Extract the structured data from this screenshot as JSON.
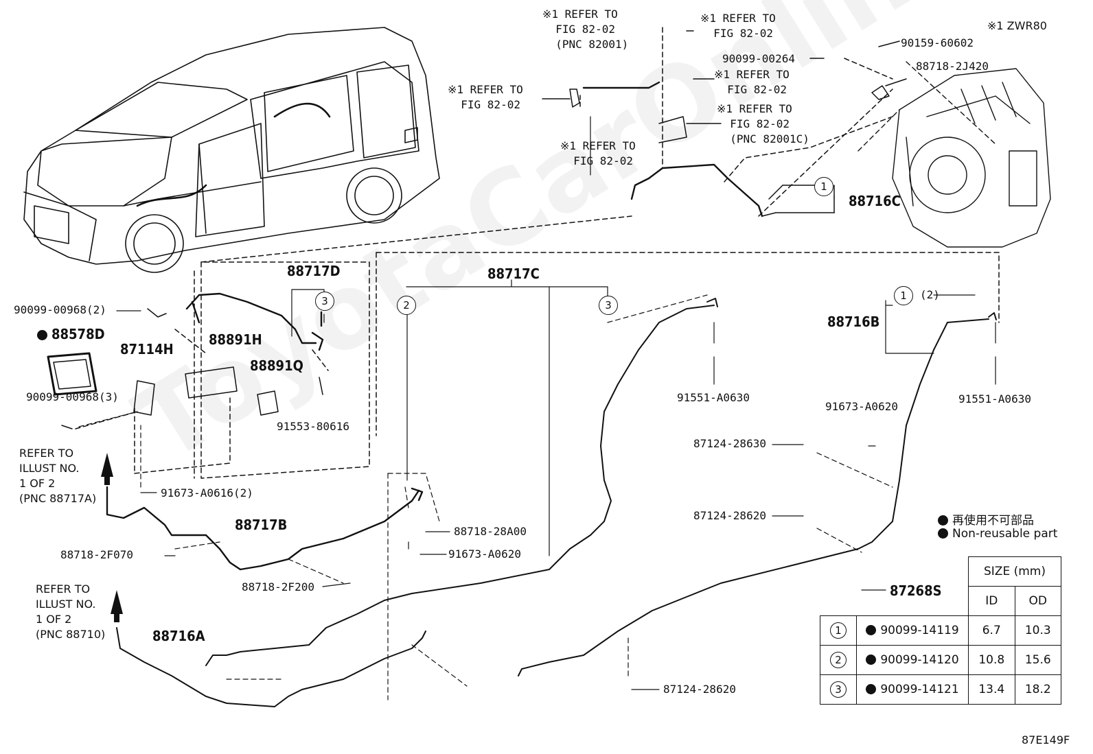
{
  "refers": {
    "top_center_1": "※1 REFER TO\n  FIG 82-02\n  (PNC 82001)",
    "top_center_2": "※1 REFER TO\n  FIG 82-02",
    "left_mid": "※1 REFER TO\n  FIG 82-02",
    "mid_low": "※1 REFER TO\n  FIG 82-02",
    "right_1": "※1 REFER TO\n  FIG 82-02",
    "right_2": "※1 REFER TO\n  FIG 82-02\n  (PNC 82001C)",
    "zwr80": "※1 ZWR80",
    "illust_upper": "REFER TO\nILLUST NO.\n1 OF 2\n(PNC 88717A)",
    "illust_lower": "REFER TO\nILLUST NO.\n1 OF 2\n(PNC 88710)"
  },
  "parts": {
    "p90099_00264": "90099-00264",
    "p90159_60602": "90159-60602",
    "p88718_2J420": "88718-2J420",
    "p88716C": "88716C",
    "p88717D": "88717D",
    "p88717C": "88717C",
    "p90099_00968_2": "90099-00968(2)",
    "p88578D": "88578D",
    "p87114H": "87114H",
    "p88891H": "88891H",
    "p88891Q": "88891Q",
    "p90099_00968_3": "90099-00968(3)",
    "p91553_80616": "91553-80616",
    "p91551_A0630_a": "91551-A0630",
    "p91551_A0630_b": "91551-A0630",
    "p88716B": "88716B",
    "p2_paren": "(2)",
    "p91673_A0620_r": "91673-A0620",
    "p87124_28630": "87124-28630",
    "p87124_28620_a": "87124-28620",
    "p87124_28620_b": "87124-28620",
    "p91673_A0616": "91673-A0616(2)",
    "p88717B": "88717B",
    "p88718_2F070": "88718-2F070",
    "p88718_2F200": "88718-2F200",
    "p88718_28A00": "88718-28A00",
    "p91673_A0620_c": "91673-A0620",
    "p88716A": "88716A",
    "p87268S": "87268S"
  },
  "circles": {
    "one": "1",
    "two": "2",
    "three": "3"
  },
  "legend": {
    "jp": "再使用不可部品",
    "en": "Non-reusable part"
  },
  "size_table": {
    "header": "SIZE (mm)",
    "col_id": "ID",
    "col_od": "OD",
    "rows": [
      {
        "no": "1",
        "part": "90099-14119",
        "id": "6.7",
        "od": "10.3"
      },
      {
        "no": "2",
        "part": "90099-14120",
        "id": "10.8",
        "od": "15.6"
      },
      {
        "no": "3",
        "part": "90099-14121",
        "id": "13.4",
        "od": "18.2"
      }
    ]
  },
  "figure_code": "87E149F",
  "watermark": "ToyotaCarOnline.ru"
}
